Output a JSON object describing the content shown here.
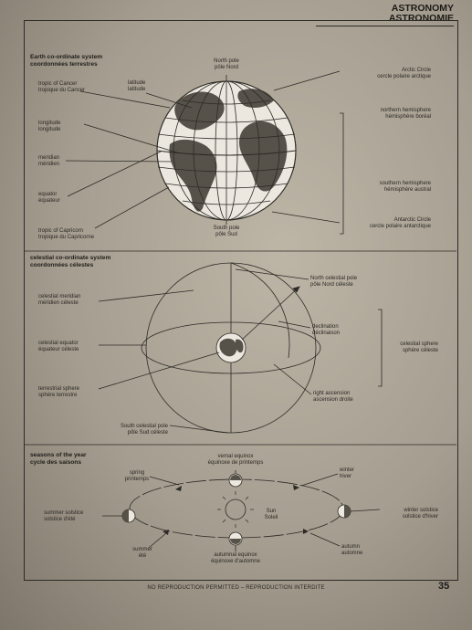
{
  "header": {
    "line1": "ASTRONOMY",
    "line2": "ASTRONOMIE"
  },
  "earth": {
    "title1": "Earth co-ordinate system",
    "title2": "coordonnées terrestres",
    "north_pole": [
      "North pole",
      "pôle Nord"
    ],
    "arctic": [
      "Arctic Circle",
      "cercle polaire arctique"
    ],
    "northern": [
      "northern hemisphere",
      "hémisphère boréal"
    ],
    "southern": [
      "southern hemisphere",
      "hémisphère austral"
    ],
    "antarctic": [
      "Antarctic Circle",
      "cercle polaire antarctique"
    ],
    "south_pole": [
      "South pole",
      "pôle Sud"
    ],
    "tropic_cancer": [
      "tropic of Cancer",
      "tropique du Cancer"
    ],
    "latitude": [
      "latitude",
      "latitude"
    ],
    "longitude": [
      "longitude",
      "longitude"
    ],
    "meridian": [
      "meridian",
      "méridien"
    ],
    "equator": [
      "equator",
      "équateur"
    ],
    "tropic_capricorn": [
      "tropic of Capricorn",
      "tropique du Capricorne"
    ]
  },
  "celestial": {
    "title1": "celestial co-ordinate system",
    "title2": "coordonnées célestes",
    "north_celestial_pole": [
      "North celestial pole",
      "pôle Nord céleste"
    ],
    "celestial_meridian": [
      "celestial meridian",
      "méridien céleste"
    ],
    "declination": [
      "declination",
      "déclinaison"
    ],
    "celestial_sphere": [
      "celestial sphere",
      "sphère céleste"
    ],
    "celestial_equator": [
      "celestial equator",
      "équateur céleste"
    ],
    "terrestrial_sphere": [
      "terrestrial sphere",
      "sphère terrestre"
    ],
    "right_ascension": [
      "right ascension",
      "ascension droite"
    ],
    "south_celestial_pole": [
      "South celestial pole",
      "pôle Sud céleste"
    ]
  },
  "seasons": {
    "title1": "seasons of the year",
    "title2": "cycle des saisons",
    "vernal": [
      "vernal equinox",
      "équinoxe de printemps"
    ],
    "spring": [
      "spring",
      "printemps"
    ],
    "winter": [
      "winter",
      "hiver"
    ],
    "summer_solstice": [
      "summer solstice",
      "solstice d'été"
    ],
    "sun": [
      "Sun",
      "Soleil"
    ],
    "winter_solstice": [
      "winter solstice",
      "solstice d'hiver"
    ],
    "summer": [
      "summer",
      "été"
    ],
    "autumn": [
      "autumn",
      "automne"
    ],
    "autumnal": [
      "autumnal equinox",
      "équinoxe d'automne"
    ]
  },
  "footer": "NO REPRODUCTION PERMITTED – REPRODUCTION INTERDITE",
  "page_number": "35"
}
